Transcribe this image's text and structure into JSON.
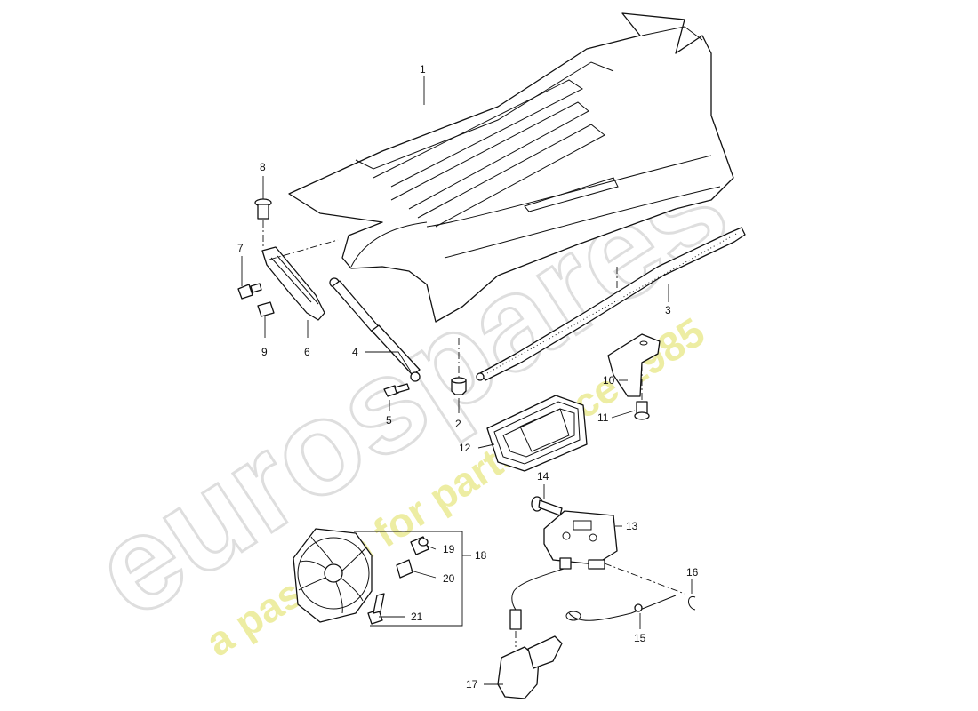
{
  "watermark": {
    "brand": "eurospares",
    "tagline": "a passion for parts since 1985",
    "brand_color": "#d9d9d9",
    "tagline_color": "#ecec9a"
  },
  "callouts": [
    "1",
    "2",
    "3",
    "4",
    "5",
    "6",
    "7",
    "8",
    "9",
    "10",
    "11",
    "12",
    "13",
    "14",
    "15",
    "16",
    "17",
    "18",
    "19",
    "20",
    "21"
  ]
}
